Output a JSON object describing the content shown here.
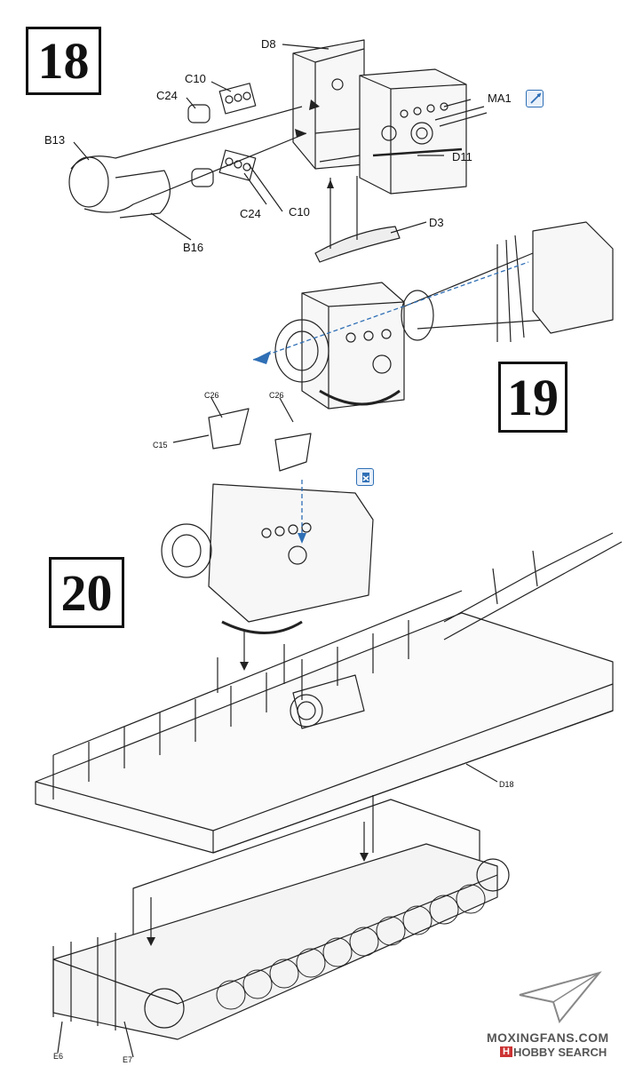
{
  "steps": {
    "s18": "18",
    "s19": "19",
    "s20": "20"
  },
  "parts": {
    "d8": "D8",
    "c10_top": "C10",
    "c24_top": "C24",
    "ma1": "MA1",
    "b13": "B13",
    "d11": "D11",
    "c24_bottom": "C24",
    "c10_bottom": "C10",
    "b16": "B16",
    "d3": "D3",
    "c26_left": "C26",
    "c26_right": "C26",
    "c15": "C15",
    "d18": "D18",
    "e6": "E6",
    "e7": "E7"
  },
  "icons": {
    "cement_icon": "glue-icon",
    "paint_icon": "paint-icon",
    "accent_color": "#2f6fb5"
  },
  "watermark": {
    "site1": "MOXINGFANS.COM",
    "site2_prefix": "H",
    "site2": "HOBBY SEARCH"
  }
}
